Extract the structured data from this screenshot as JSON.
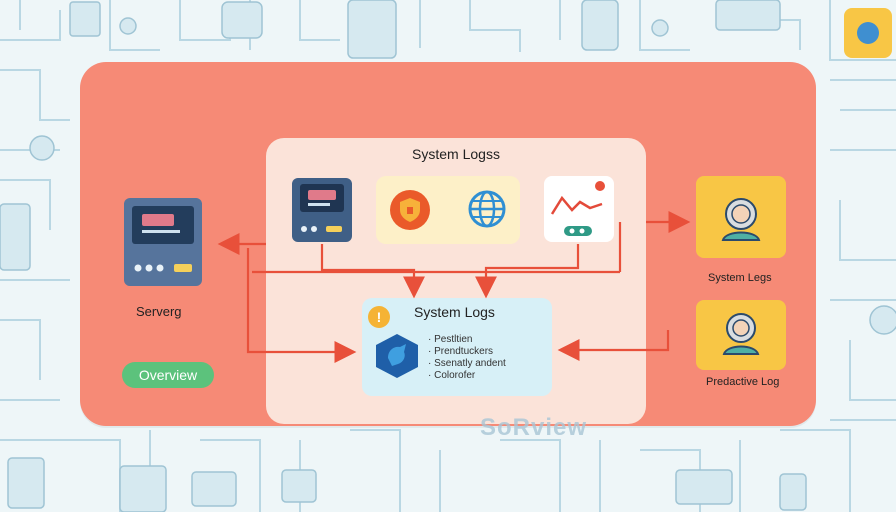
{
  "diagram": {
    "top_title": "System Logss",
    "server_label": "Serverg",
    "overview_label": "Overview",
    "logs_box": {
      "title": "System Logs",
      "badge": "!",
      "items": [
        "Pestltien",
        "Prendtuckers",
        "Ssenatly andent",
        "Colorofer"
      ]
    },
    "right_labels": {
      "upper": "System Legs",
      "lower": "Predactive Log"
    },
    "watermark": "SoRview"
  },
  "colors": {
    "panel": "#f68a76",
    "inner": "#fbe3d9",
    "arrow": "#e8503a",
    "logs_box": "#d7f0f7",
    "user_card": "#f8c645",
    "overview": "#5cc27c"
  },
  "icons": [
    "monitor-icon",
    "shield-icon",
    "globe-icon",
    "line-chart-icon",
    "toggle-icon",
    "server-icon",
    "user-avatar-icon",
    "hexagon-logo-icon",
    "info-icon"
  ]
}
